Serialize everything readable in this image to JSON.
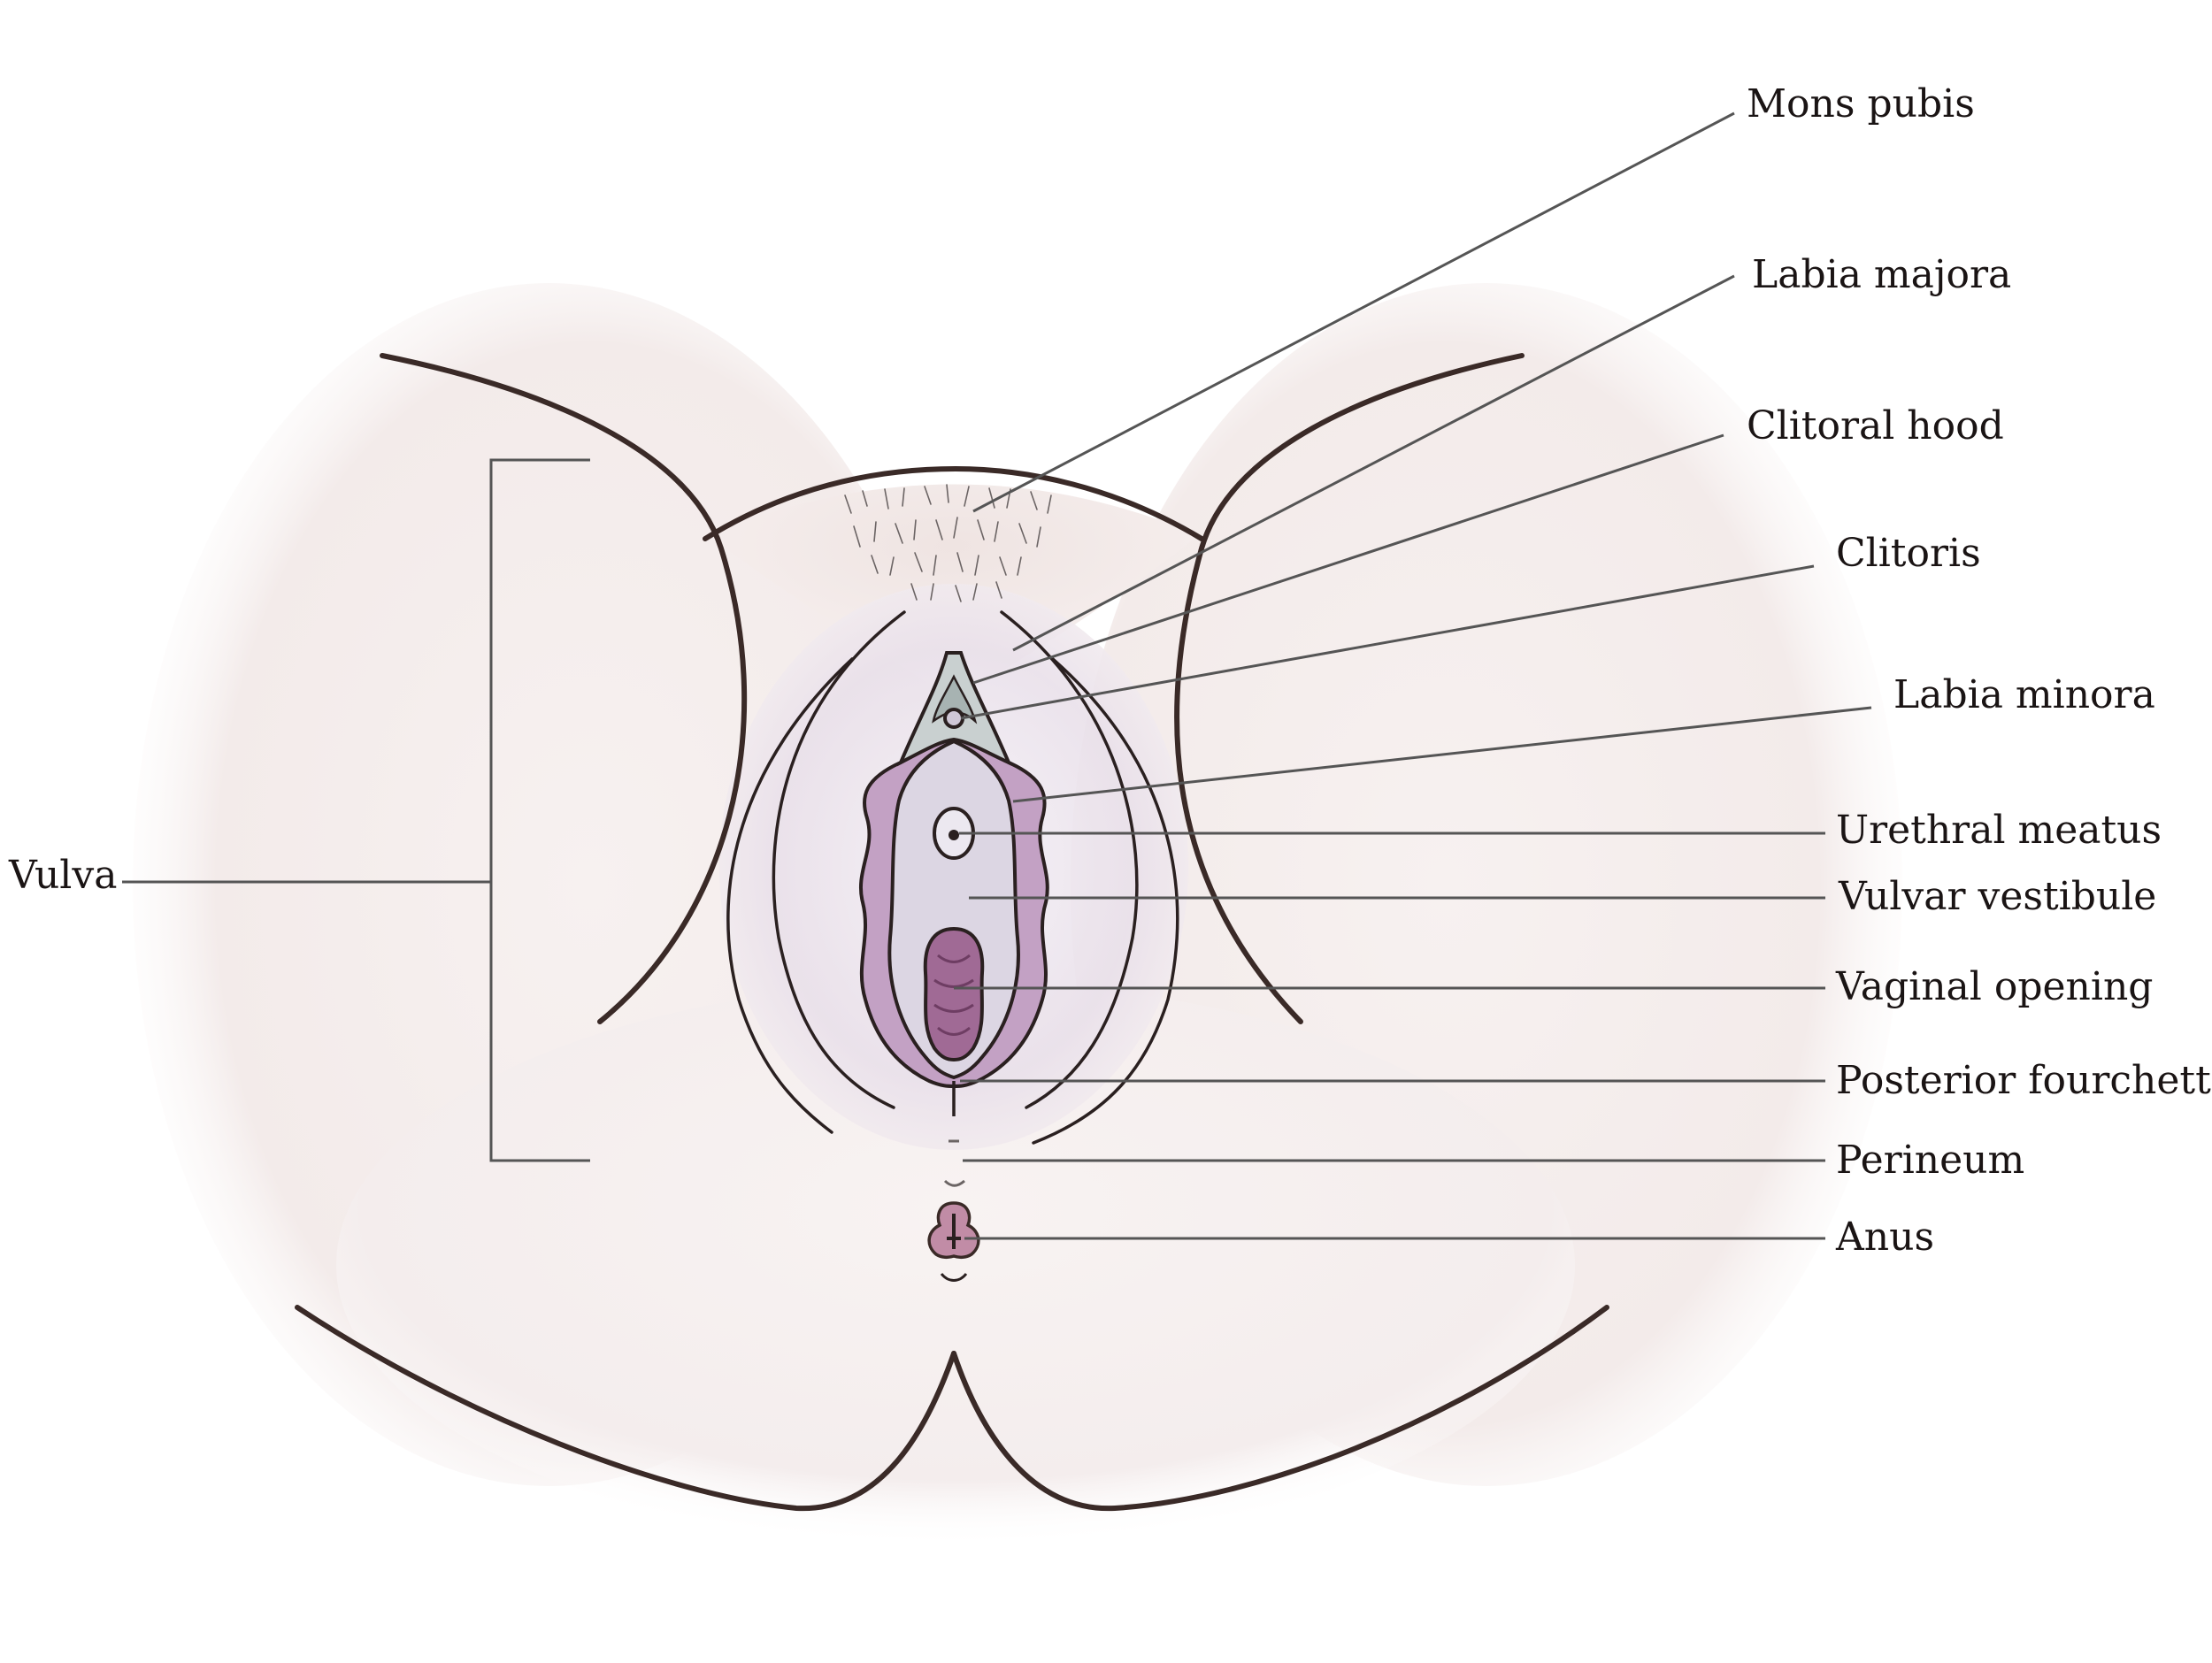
{
  "labels": {
    "mons_pubis": "Mons pubis",
    "labia_majora": "Labia majora",
    "clitoral_hood": "Clitoral hood",
    "clitoris": "Clitoris",
    "labia_minora": "Labia minora",
    "urethral_meatus": "Urethral meatus",
    "vulvar_vestibule": "Vulvar vestibule",
    "vaginal_opening": "Vaginal opening",
    "posterior_fourchette": "Posterior fourchette",
    "perineum": "Perineum",
    "anus": "Anus",
    "vulva": "Vulva"
  },
  "colors": {
    "outline": "#3a2a27",
    "skin": "#f6efee",
    "labia_minora_fill": "#c3a1c4",
    "vestibule_fill": "#dcd6e3",
    "vaginal_opening_fill": "#a06a95",
    "clitoral_hood_fill": "#c9d0d0",
    "leader_line": "#555555"
  }
}
